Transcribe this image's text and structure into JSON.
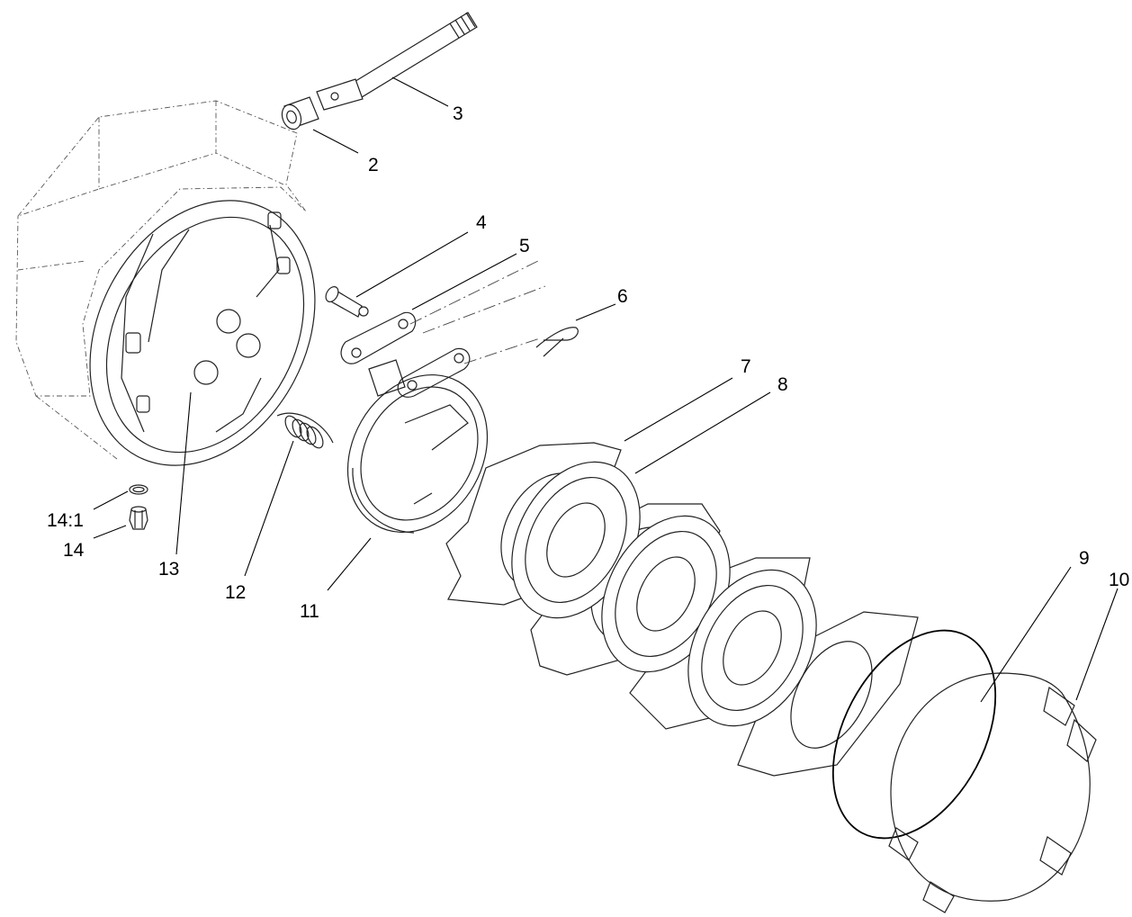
{
  "diagram": {
    "callouts": [
      {
        "id": "2",
        "label": "2"
      },
      {
        "id": "3",
        "label": "3"
      },
      {
        "id": "4",
        "label": "4"
      },
      {
        "id": "5",
        "label": "5"
      },
      {
        "id": "6",
        "label": "6"
      },
      {
        "id": "7",
        "label": "7"
      },
      {
        "id": "8",
        "label": "8"
      },
      {
        "id": "9",
        "label": "9"
      },
      {
        "id": "10",
        "label": "10"
      },
      {
        "id": "11",
        "label": "11"
      },
      {
        "id": "12",
        "label": "12"
      },
      {
        "id": "13",
        "label": "13"
      },
      {
        "id": "14",
        "label": "14"
      },
      {
        "id": "14-1",
        "label": "14:1"
      }
    ]
  }
}
